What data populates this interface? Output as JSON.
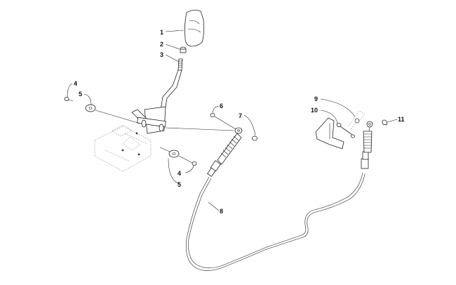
{
  "diagram": {
    "callouts": [
      {
        "id": "c1a",
        "label": "1"
      },
      {
        "id": "c2a",
        "label": "2"
      },
      {
        "id": "c3a",
        "label": "3"
      },
      {
        "id": "c4a",
        "label": "4"
      },
      {
        "id": "c5a",
        "label": "5"
      },
      {
        "id": "c4b",
        "label": "4"
      },
      {
        "id": "c5b",
        "label": "5"
      },
      {
        "id": "c6a",
        "label": "6"
      },
      {
        "id": "c7a",
        "label": "7"
      },
      {
        "id": "c8a",
        "label": "8"
      },
      {
        "id": "c9a",
        "label": "9"
      },
      {
        "id": "c10a",
        "label": "10"
      },
      {
        "id": "c11a",
        "label": "11"
      }
    ]
  },
  "colors": {
    "line": "#222222",
    "background": "#ffffff",
    "ghost": "#777777"
  }
}
